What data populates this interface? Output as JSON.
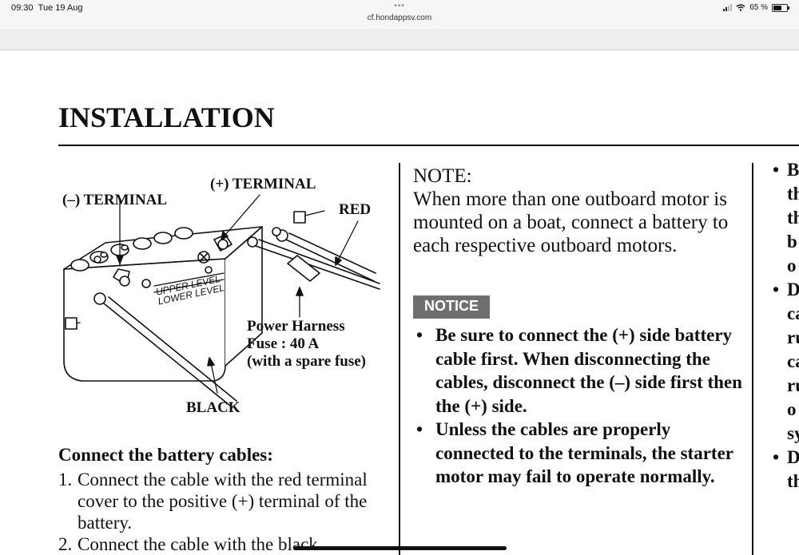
{
  "status_bar": {
    "time": "09:30",
    "date": "Tue 19 Aug",
    "dots": "•••",
    "url": "cf.hondappsv.com",
    "battery": "65 %",
    "battery_level": 0.65
  },
  "page": {
    "title": "INSTALLATION"
  },
  "diagram": {
    "minus_terminal": "(–) TERMINAL",
    "plus_terminal": "(+) TERMINAL",
    "red": "RED",
    "black": "BLACK",
    "upper_level": "UPPER LEVEL",
    "lower_level": "LOWER LEVEL",
    "fuse_line1": "Power Harness",
    "fuse_line2": "Fuse : 40 A",
    "fuse_line3": "(with a spare fuse)"
  },
  "instructions": {
    "heading": "Connect the battery cables:",
    "steps": [
      {
        "num": "1.",
        "text": "Connect the cable with the red terminal cover to the positive (+) terminal of the battery."
      },
      {
        "num": "2.",
        "text": "Connect the cable with the black"
      }
    ]
  },
  "note": {
    "label": "NOTE:",
    "text": "When more than one outboard motor is mounted on a boat, connect a battery to each respective outboard motors."
  },
  "notice": {
    "badge": "NOTICE",
    "bullets": [
      "Be sure to connect the (+) side battery cable first. When disconnecting the cables, disconnect the (–) side first then the (+) side.",
      "Unless the cables are properly connected to the terminals, the starter motor may fail to operate normally."
    ]
  },
  "right_column": {
    "bullet": "•",
    "lines": [
      "B",
      "th",
      "th",
      "b",
      "o",
      "D",
      "ca",
      "ru",
      "ca",
      "ru",
      "o",
      "sy",
      "D",
      "th"
    ]
  }
}
